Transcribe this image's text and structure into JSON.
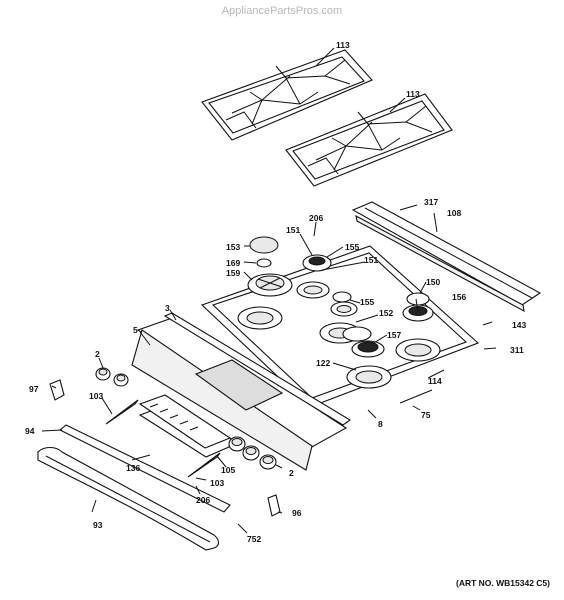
{
  "watermark": "AppliancePartsPros.com",
  "art_number": "(ART NO. WB15342 C5)",
  "callouts": [
    {
      "id": "c113a",
      "label": "113"
    },
    {
      "id": "c113b",
      "label": "113"
    },
    {
      "id": "c206a",
      "label": "206"
    },
    {
      "id": "c317",
      "label": "317"
    },
    {
      "id": "c108",
      "label": "108"
    },
    {
      "id": "c151a",
      "label": "151"
    },
    {
      "id": "c155a",
      "label": "155"
    },
    {
      "id": "c153",
      "label": "153"
    },
    {
      "id": "c169",
      "label": "169"
    },
    {
      "id": "c151b",
      "label": "151"
    },
    {
      "id": "c159",
      "label": "159"
    },
    {
      "id": "c150",
      "label": "150"
    },
    {
      "id": "c156",
      "label": "156"
    },
    {
      "id": "c155b",
      "label": "155"
    },
    {
      "id": "c152",
      "label": "152"
    },
    {
      "id": "c3",
      "label": "3"
    },
    {
      "id": "c143",
      "label": "143"
    },
    {
      "id": "c157",
      "label": "157"
    },
    {
      "id": "c5",
      "label": "5"
    },
    {
      "id": "c311",
      "label": "311"
    },
    {
      "id": "c122",
      "label": "122"
    },
    {
      "id": "c2a",
      "label": "2"
    },
    {
      "id": "c114",
      "label": "114"
    },
    {
      "id": "c97",
      "label": "97"
    },
    {
      "id": "c103a",
      "label": "103"
    },
    {
      "id": "c75",
      "label": "75"
    },
    {
      "id": "c8",
      "label": "8"
    },
    {
      "id": "c94",
      "label": "94"
    },
    {
      "id": "c136",
      "label": "136"
    },
    {
      "id": "c105",
      "label": "105"
    },
    {
      "id": "c2b",
      "label": "2"
    },
    {
      "id": "c103b",
      "label": "103"
    },
    {
      "id": "c206b",
      "label": "206"
    },
    {
      "id": "c96",
      "label": "96"
    },
    {
      "id": "c93",
      "label": "93"
    },
    {
      "id": "c752",
      "label": "752"
    }
  ]
}
